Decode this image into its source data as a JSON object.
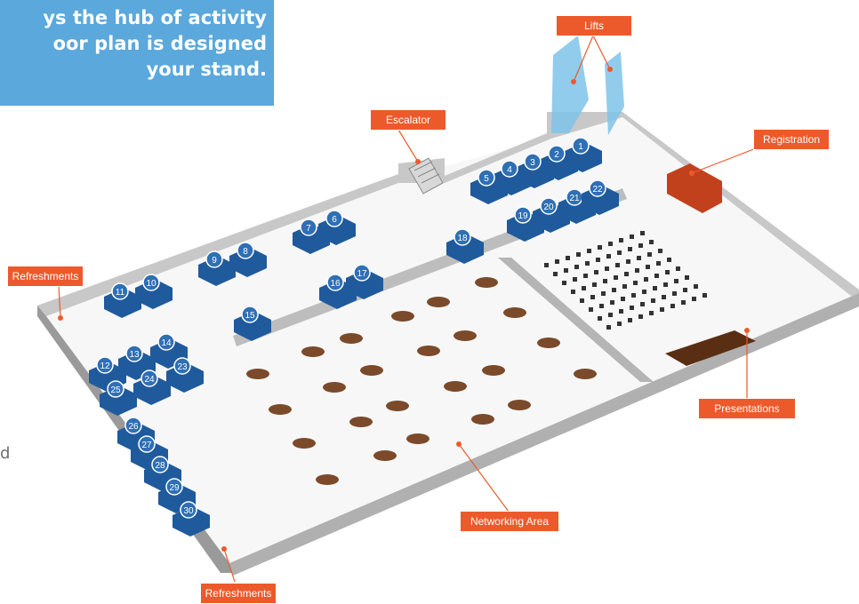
{
  "intro": {
    "lines": [
      "ys the hub of activity",
      "oor plan is designed",
      "your stand."
    ],
    "cutoff_text": "d"
  },
  "labels": {
    "lifts": "Lifts",
    "escalator": "Escalator",
    "registration": "Registration",
    "refreshments_left": "Refreshments",
    "refreshments_bottom": "Refreshments",
    "presentations": "Presentations",
    "networking": "Networking Area"
  },
  "stands": [
    "1",
    "2",
    "3",
    "4",
    "5",
    "6",
    "7",
    "8",
    "9",
    "10",
    "11",
    "12",
    "13",
    "14",
    "15",
    "16",
    "17",
    "18",
    "19",
    "20",
    "21",
    "22",
    "23",
    "24",
    "25",
    "26",
    "27",
    "28",
    "29",
    "30"
  ],
  "colors": {
    "banner": "#5aa8dc",
    "callout": "#ec5a2b",
    "stand": "#1f5a9c",
    "registration_desk": "#c2411d",
    "stage": "#5a2e12",
    "table": "#7a4a2a"
  }
}
